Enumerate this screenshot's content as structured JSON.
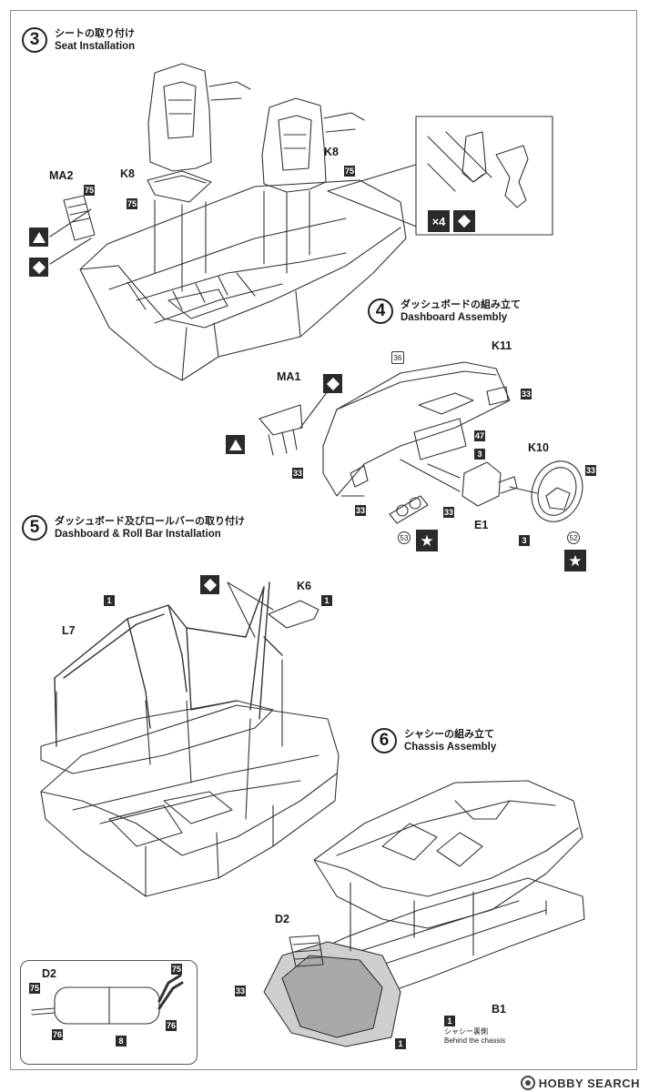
{
  "steps": [
    {
      "num": "3",
      "jp": "シートの取り付け",
      "en": "Seat Installation"
    },
    {
      "num": "4",
      "jp": "ダッシュボードの組み立て",
      "en": "Dashboard Assembly"
    },
    {
      "num": "5",
      "jp": "ダッシュボード及びロールバーの取り付け",
      "en": "Dashboard & Roll Bar Installation"
    },
    {
      "num": "6",
      "jp": "シャシーの組み立て",
      "en": "Chassis Assembly"
    }
  ],
  "step3": {
    "part_labels": {
      "ma2": "MA2",
      "k8_left": "K8",
      "k8_right": "K8"
    },
    "colors": {
      "ma2": "75",
      "seat_left": "75",
      "seat_right": "75"
    },
    "detail": {
      "multiplier": "×4"
    }
  },
  "step4": {
    "part_labels": {
      "ma1": "MA1",
      "k11": "K11",
      "k10": "K10",
      "e1": "E1"
    },
    "colors": {
      "dash_top": "36",
      "dash_right": "33",
      "center_47": "47",
      "center_3": "3",
      "wheel_33": "33",
      "vent_33a": "33",
      "vent_33b": "33",
      "e1_33": "33",
      "wheel_3": "3"
    },
    "decals": {
      "gauge": "53",
      "horn": "52"
    }
  },
  "step5": {
    "part_labels": {
      "l7": "L7",
      "k6": "K6"
    },
    "colors": {
      "cage": "1",
      "k6": "1"
    }
  },
  "step6": {
    "part_labels": {
      "d2": "D2",
      "b1": "B1"
    },
    "colors": {
      "floor_33": "33",
      "floor_1": "1",
      "underside_1": "1"
    },
    "note_jp": "シャシー裏側",
    "note_en": "Behind the chassis",
    "inset": {
      "label": "D2",
      "c75a": "75",
      "c75b": "75",
      "c76a": "76",
      "c76b": "76",
      "c8": "8"
    }
  },
  "watermark": {
    "text": "HOBBY SEARCH"
  },
  "icons": {
    "diamond": "diamond-symbol-icon",
    "triangle": "triangle-symbol-icon",
    "star": "star-symbol-icon"
  }
}
